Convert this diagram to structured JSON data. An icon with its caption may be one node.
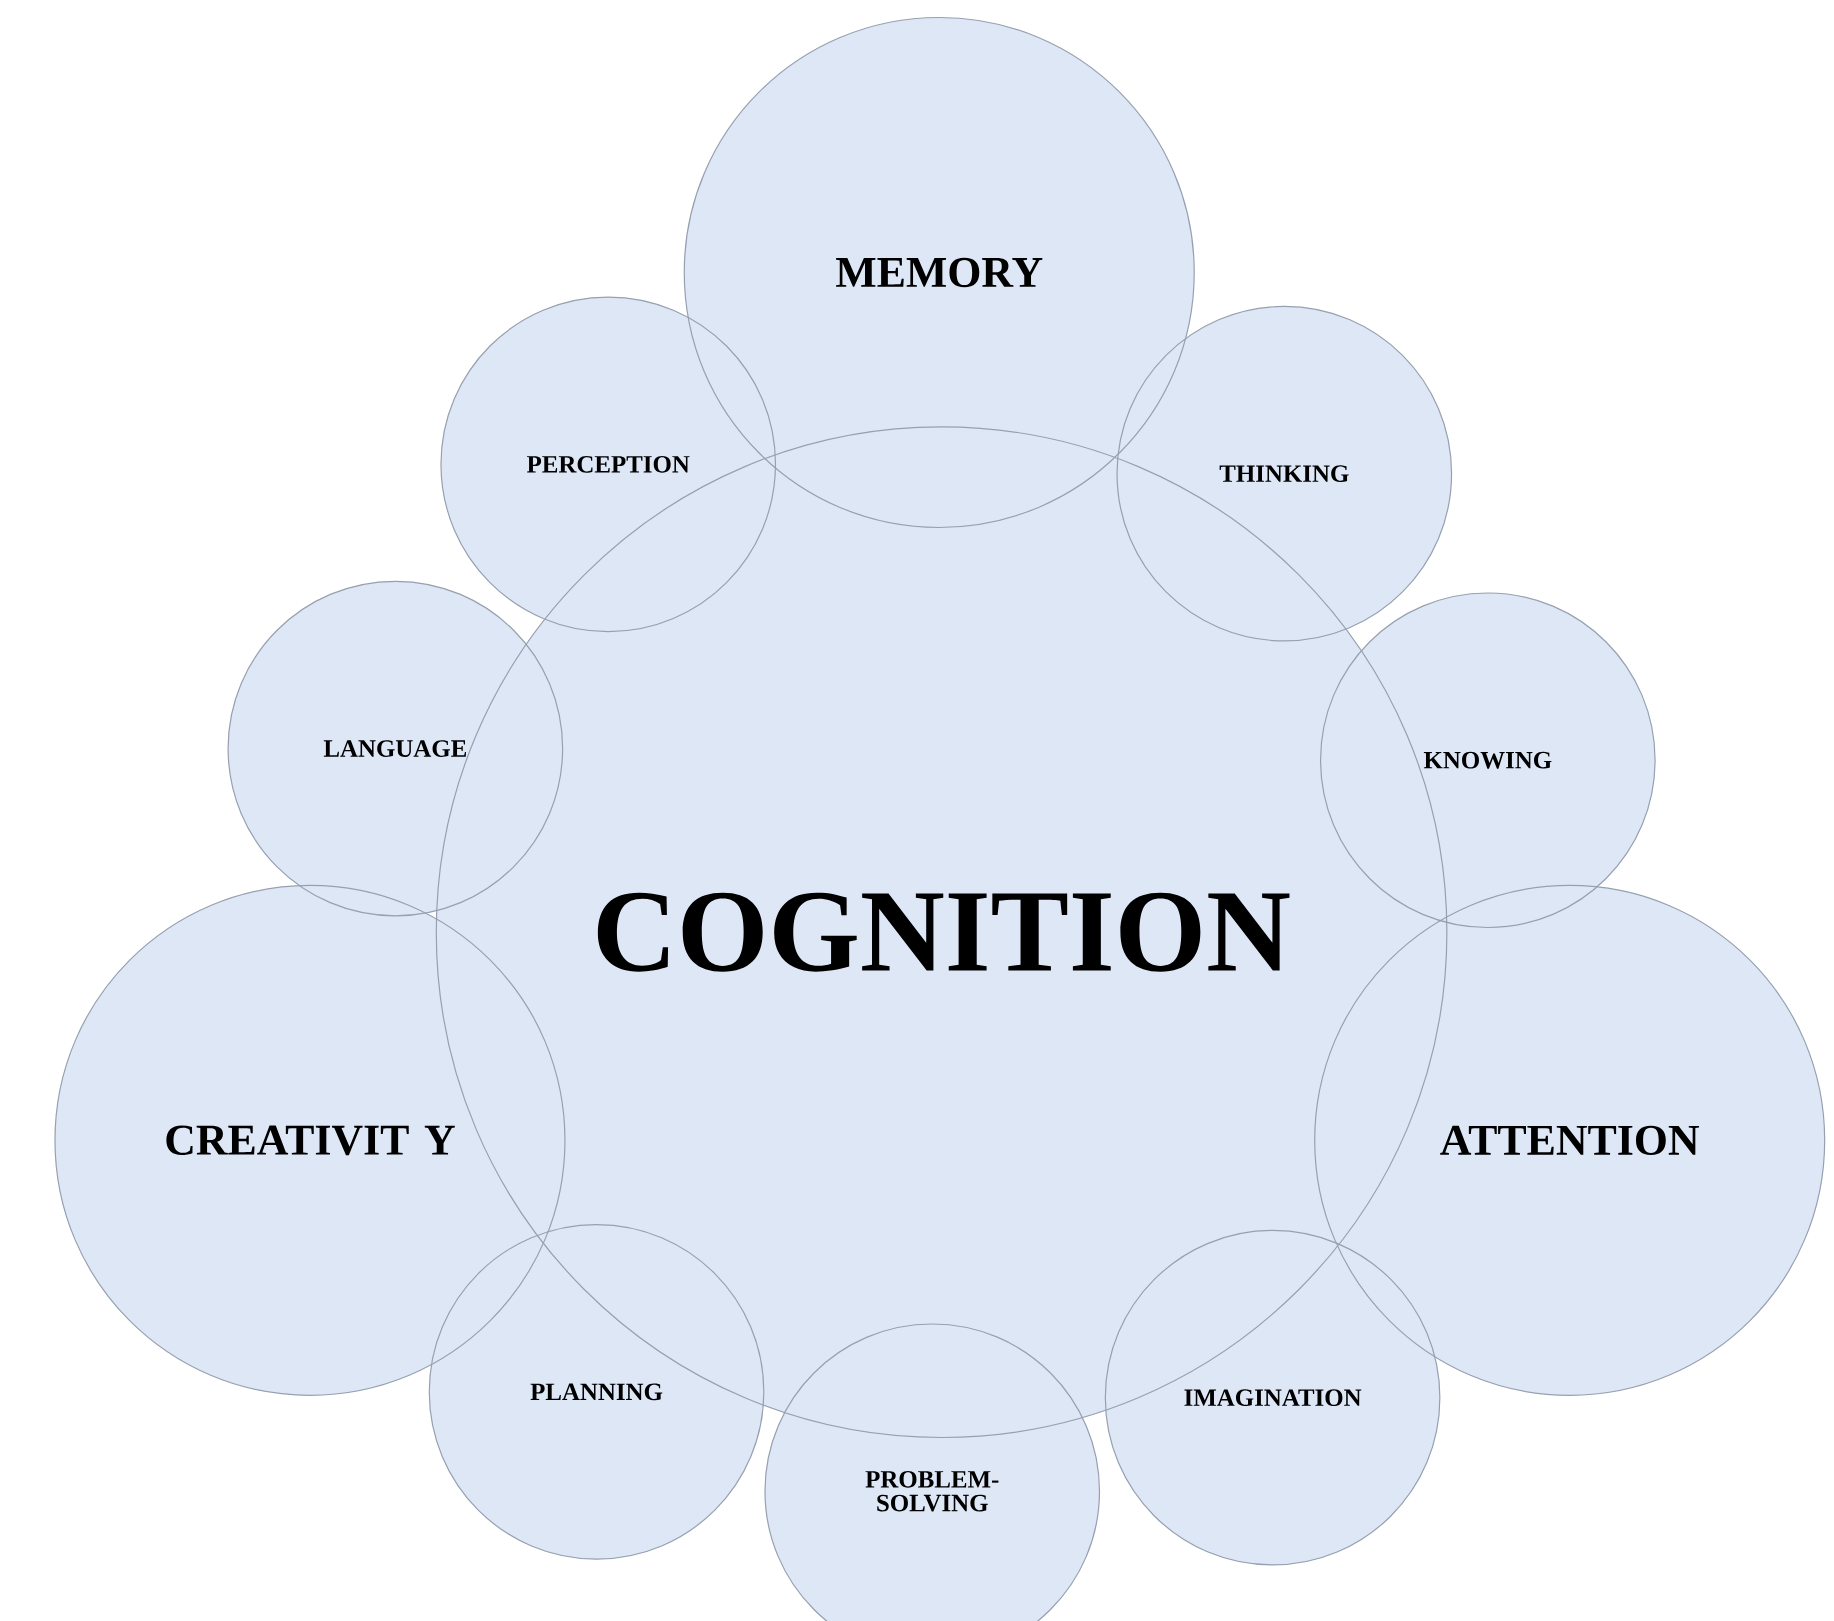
{
  "diagram": {
    "nodes": [
      {
        "text": [
          "MEMORY"
        ]
      },
      {
        "text": [
          "PERCEPTION"
        ]
      },
      {
        "text": [
          "THINKING"
        ]
      },
      {
        "text": [
          "LANGUAGE"
        ]
      },
      {
        "text": [
          "KNOWING"
        ]
      },
      {
        "text": [
          "COGNITION"
        ]
      },
      {
        "text": [
          "CREATIVIT Y"
        ]
      },
      {
        "text": [
          "ATTENTION"
        ]
      },
      {
        "text": [
          "PLANNING"
        ]
      },
      {
        "text": [
          "IMAGINATION"
        ]
      },
      {
        "text": [
          "PROBLEM- SOLVING"
        ]
      }
    ]
  }
}
